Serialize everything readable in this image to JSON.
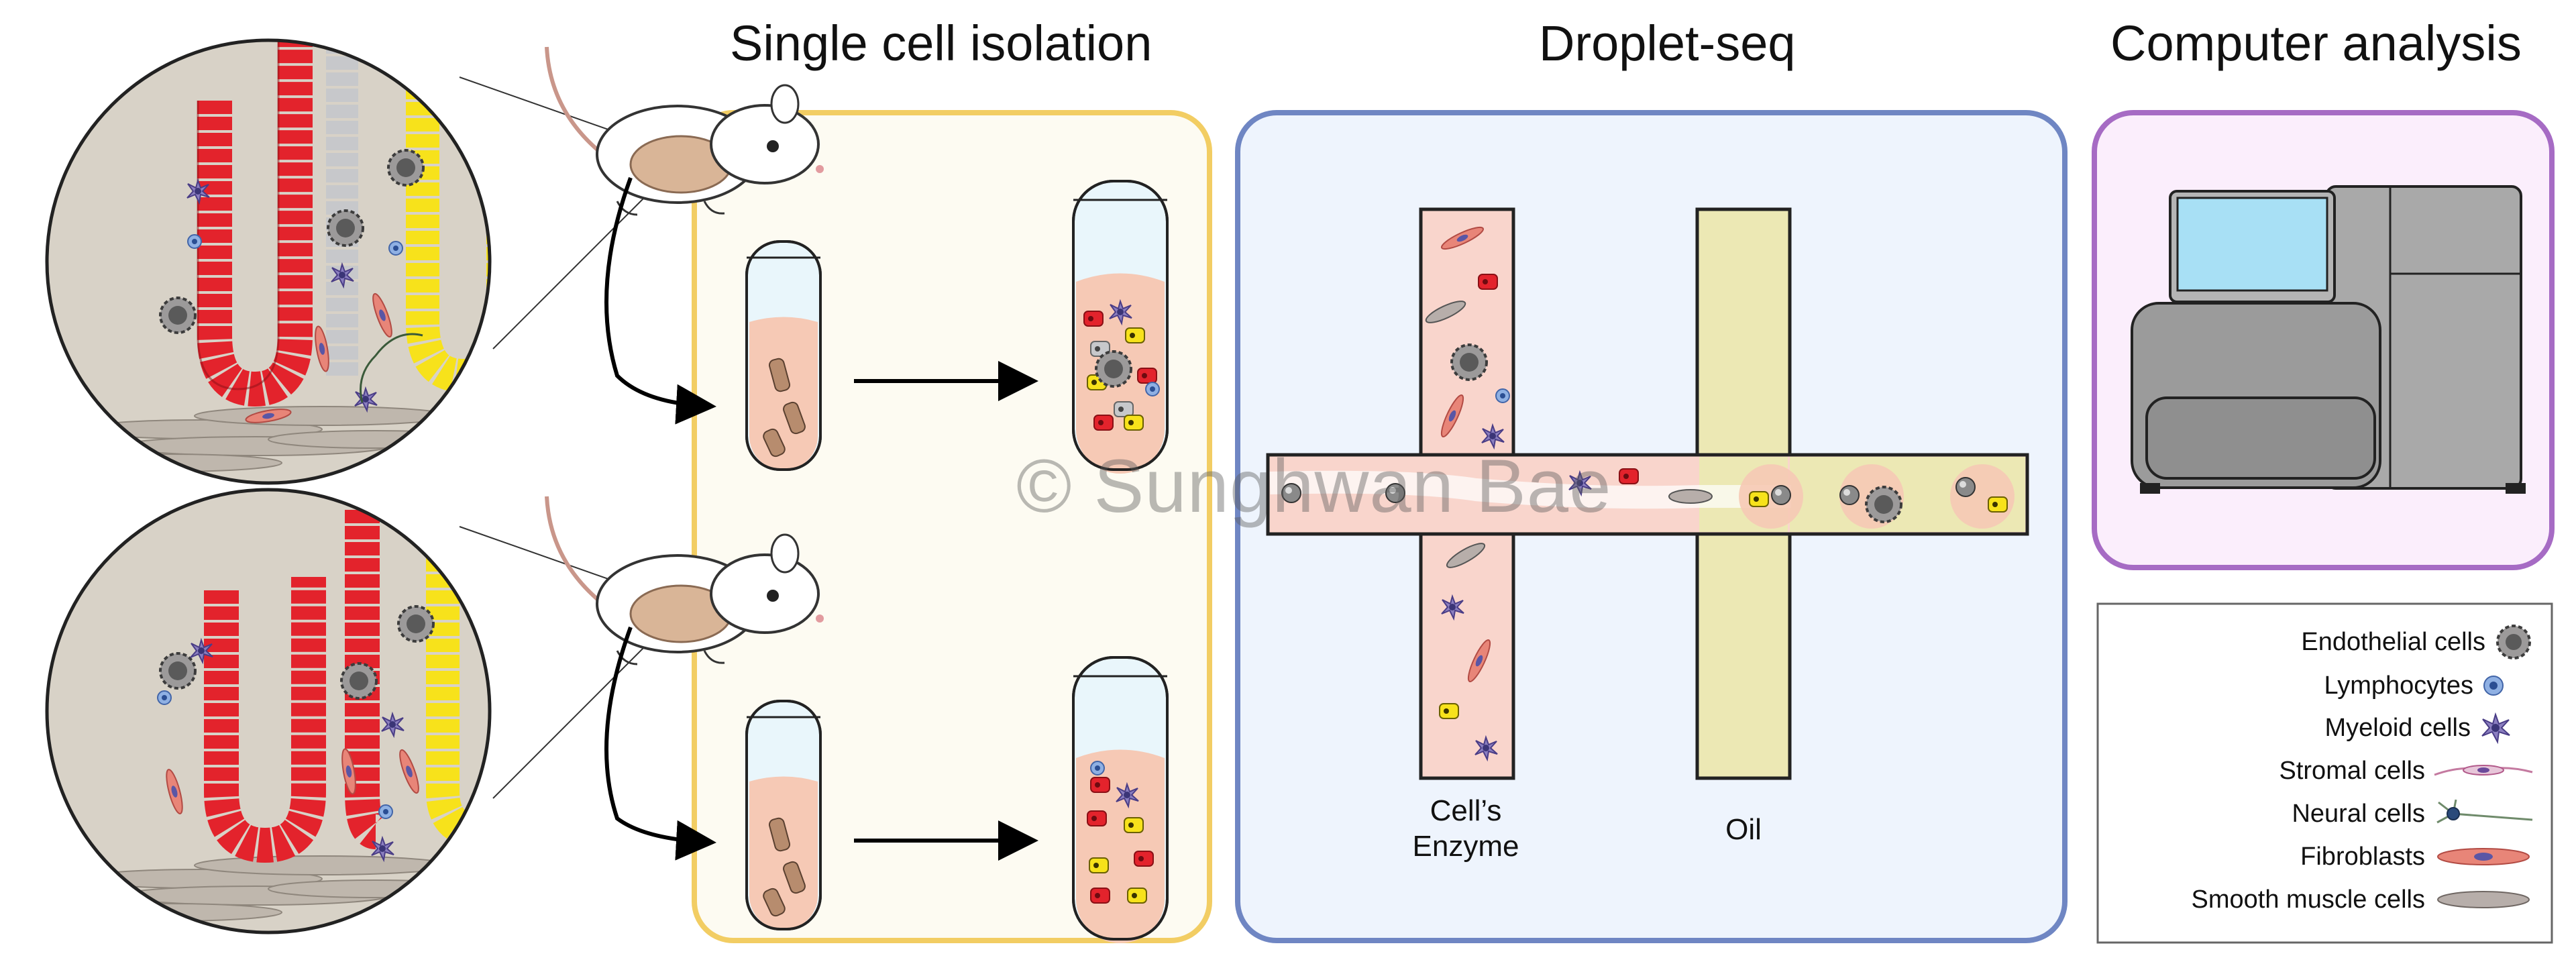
{
  "titles": {
    "isolation": "Single cell isolation",
    "dropseq": "Droplet-seq",
    "analysis": "Computer analysis"
  },
  "channels": {
    "enzyme_label_line1": "Cell’s",
    "enzyme_label_line2": "Enzyme",
    "oil_label": "Oil"
  },
  "watermark": "© Sunghwan Bae",
  "legend": {
    "items": [
      {
        "label": "Endothelial cells",
        "icon": "endothelial-cell-icon"
      },
      {
        "label": "Lymphocytes",
        "icon": "lymphocyte-icon"
      },
      {
        "label": "Myeloid cells",
        "icon": "myeloid-cell-icon"
      },
      {
        "label": "Stromal cells",
        "icon": "stromal-cell-icon"
      },
      {
        "label": "Neural cells",
        "icon": "neural-cell-icon"
      },
      {
        "label": "Fibroblasts",
        "icon": "fibroblast-icon"
      },
      {
        "label": "Smooth muscle cells",
        "icon": "smooth-muscle-cell-icon"
      }
    ]
  },
  "colors": {
    "isolation_border": "#f2cd63",
    "isolation_fill": "#fdfbf2",
    "dropseq_border": "#6f86c3",
    "dropseq_fill": "#eef4fd",
    "analysis_border": "#a66bc4",
    "analysis_fill": "#fbeefc",
    "enzyme_channel": "#f9d5cc",
    "oil_channel": "#ece8b4",
    "epithelium_red": "#e3232c",
    "epithelium_yellow": "#f7e21b",
    "epithelium_grey": "#c7c8cb",
    "tissue": "#d8d2c7"
  }
}
